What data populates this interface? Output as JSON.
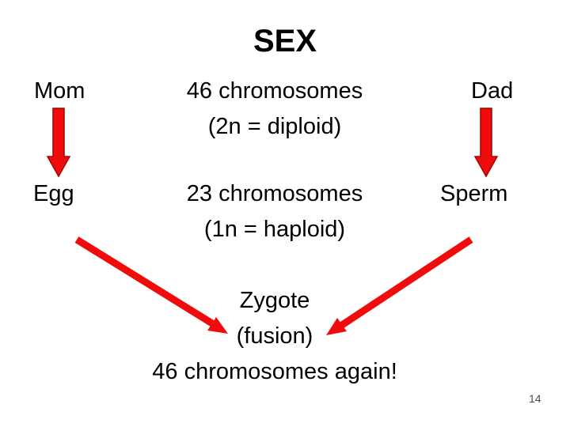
{
  "slide": {
    "title": "SEX",
    "page_number": "14"
  },
  "columns": {
    "mom": {
      "parent": "Mom",
      "gamete": "Egg"
    },
    "dad": {
      "parent": "Dad",
      "gamete": "Sperm"
    },
    "center": {
      "diploid_line1": "46 chromosomes",
      "diploid_line2": "(2n = diploid)",
      "haploid_line1": "23 chromosomes",
      "haploid_line2": "(1n = haploid)"
    }
  },
  "result": {
    "line1": "Zygote",
    "line2": "(fusion)",
    "line3": "46 chromosomes again!"
  },
  "arrows": {
    "names": [
      "mom-to-egg-arrow",
      "dad-to-sperm-arrow",
      "egg-to-zygote-arrow",
      "sperm-to-zygote-arrow"
    ],
    "fill": "#f00c0c",
    "outline": "#a30000"
  },
  "colors": {
    "background": "#ffffff",
    "text": "#000000",
    "page_number": "#4a4a4a"
  }
}
